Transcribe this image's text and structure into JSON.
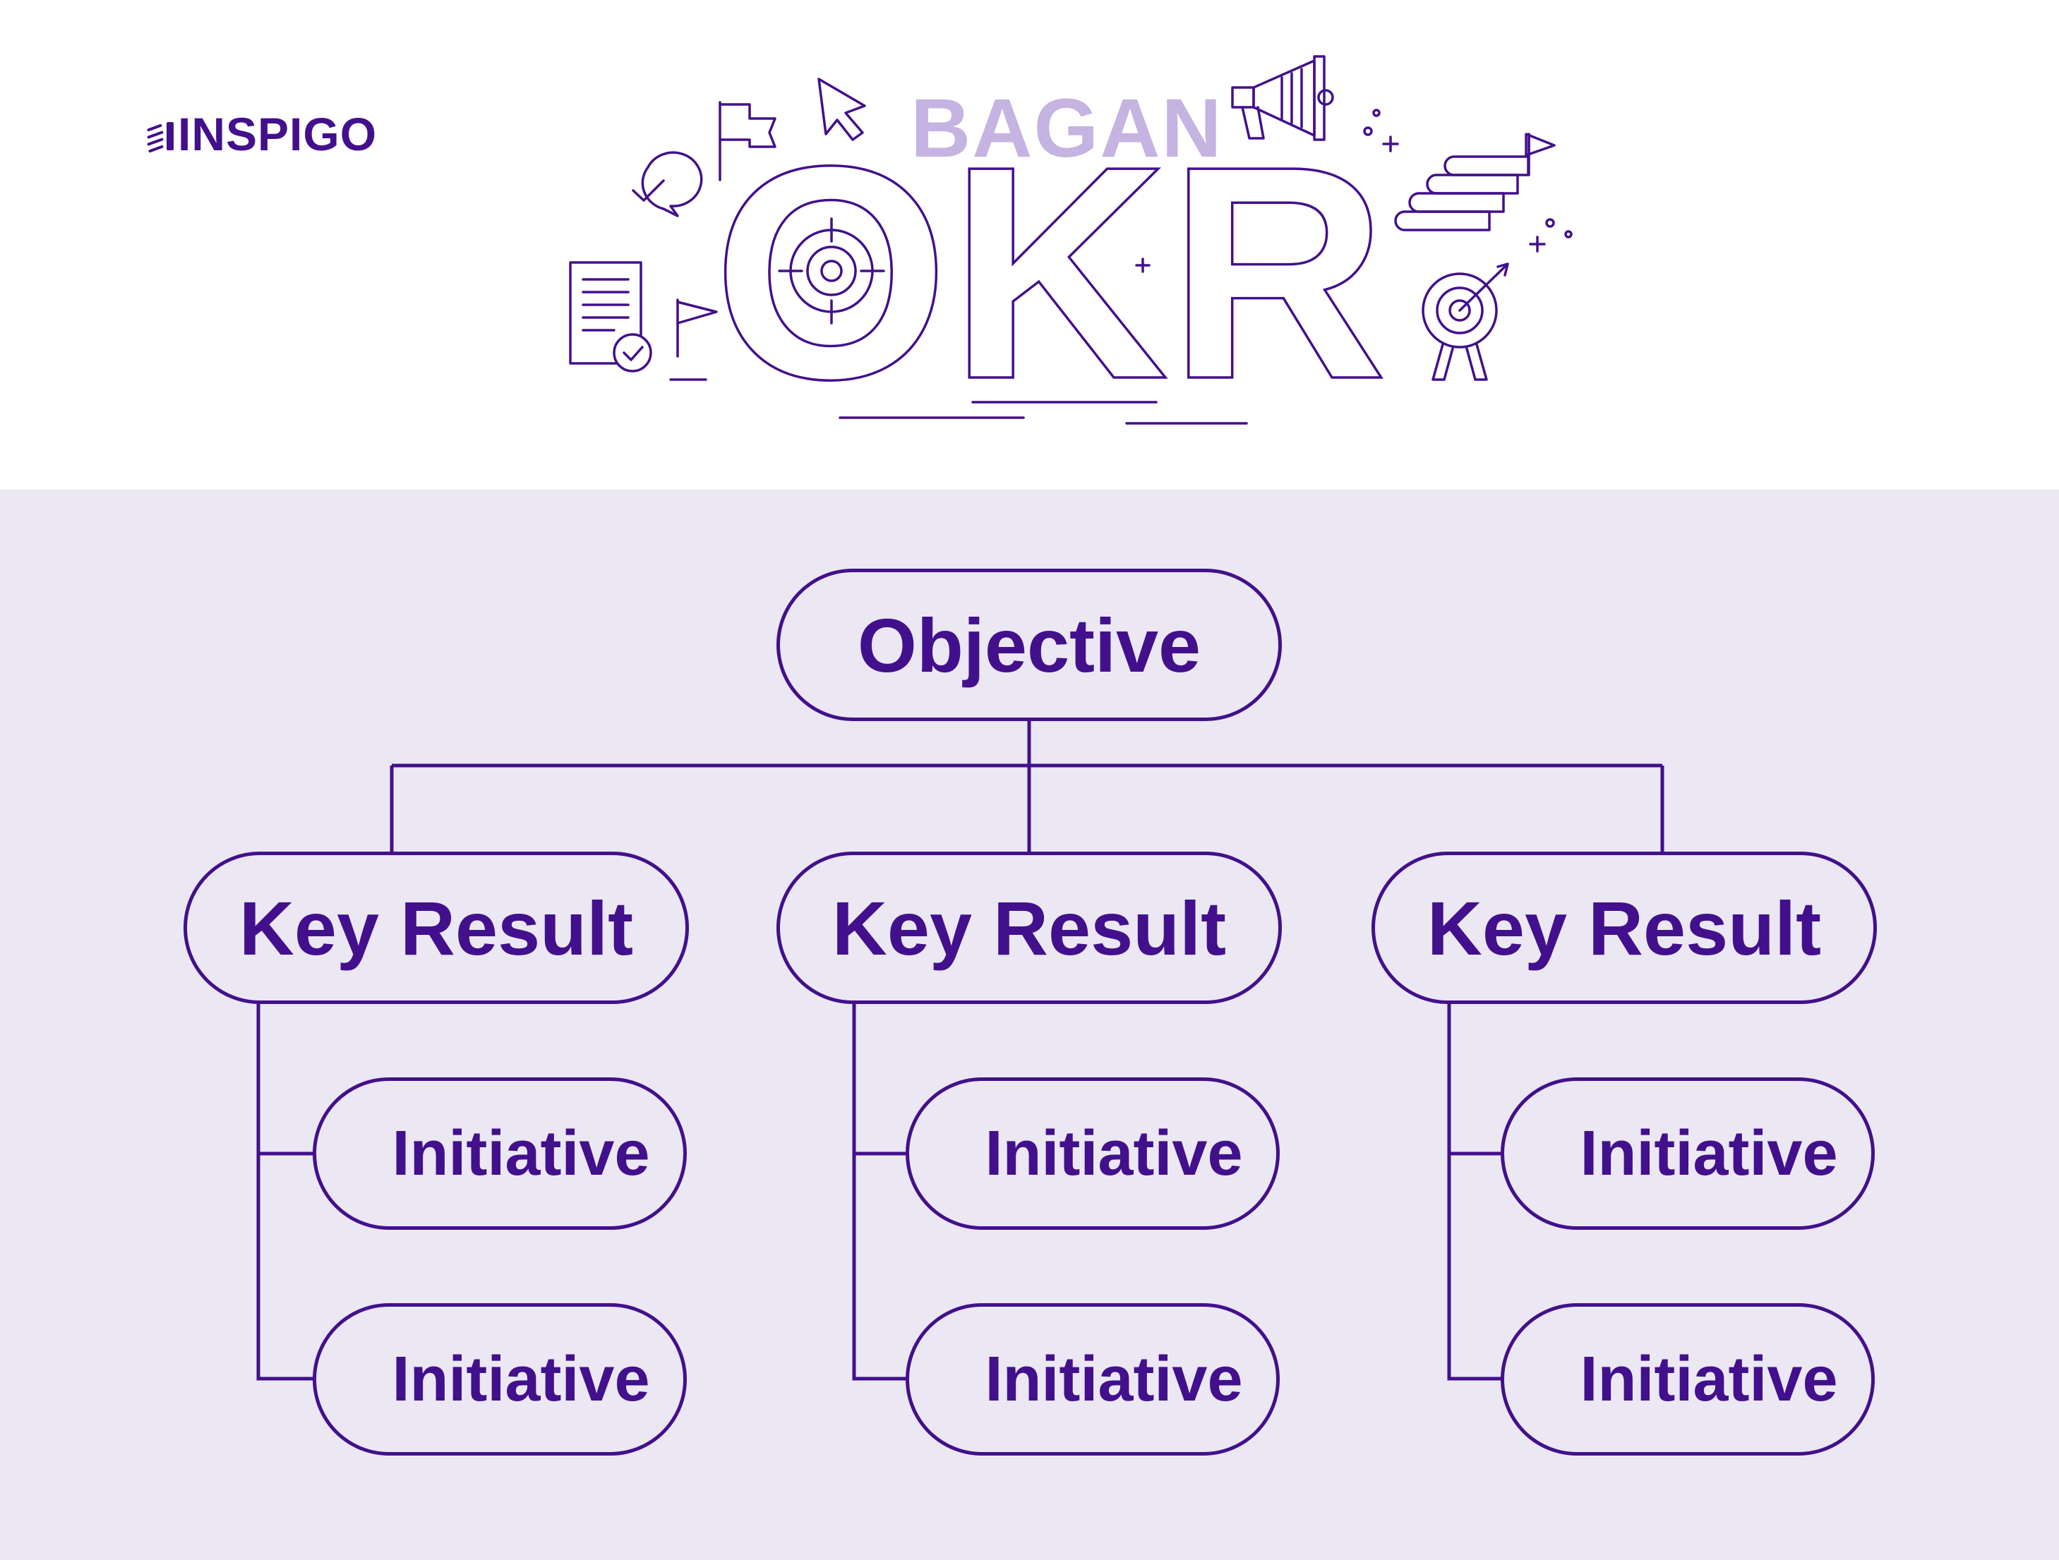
{
  "header": {
    "brand": "INSPIGO",
    "title_small": "BAGAN",
    "title_large": "OKR"
  },
  "diagram": {
    "objective": "Objective",
    "key_results": [
      {
        "label": "Key Result",
        "initiatives": [
          "Initiative",
          "Initiative"
        ]
      },
      {
        "label": "Key Result",
        "initiatives": [
          "Initiative",
          "Initiative"
        ]
      },
      {
        "label": "Key Result",
        "initiatives": [
          "Initiative",
          "Initiative"
        ]
      }
    ]
  },
  "colors": {
    "primary": "#42108c",
    "panel_background": "#ebe7f3",
    "title_accent": "#c5b3e2",
    "header_background": "#ffffff"
  }
}
